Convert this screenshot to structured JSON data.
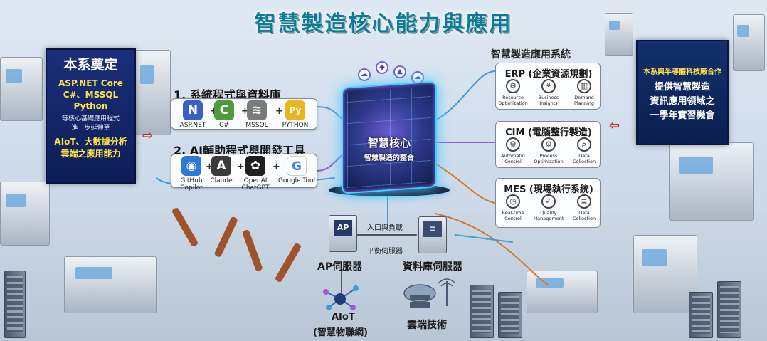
{
  "title": "智慧製造核心能力與應用",
  "promo_left": {
    "heading": "本系奠定",
    "tech": [
      "ASP.NET Core",
      "C#、MSSQL",
      "Python"
    ],
    "desc": [
      "等核心基礎應用程式",
      "進一步延伸至"
    ],
    "ext": [
      "AIoT、大數據分析",
      "雲端之應用能力"
    ]
  },
  "promo_right": {
    "line1": "本系與半導體科技廠合作",
    "line2": [
      "提供智慧製造",
      "資訊應用領域之",
      "一學年實習機會"
    ]
  },
  "section1": {
    "title": "1. 系統程式與資料庫",
    "tools": [
      {
        "label": "ASP.NET",
        "icon": "aspnet-icon",
        "glyph": "N"
      },
      {
        "label": "C#",
        "icon": "csharp-icon",
        "glyph": "C"
      },
      {
        "label": "MSSQL",
        "icon": "mssql-icon",
        "glyph": "≋"
      },
      {
        "label": "PYTHON",
        "icon": "python-icon",
        "glyph": "Py"
      }
    ]
  },
  "section2": {
    "title": "2. AI輔助程式與開發工具",
    "tools": [
      {
        "label": "GitHub Copilot",
        "icon": "copilot-icon",
        "glyph": "◉"
      },
      {
        "label": "Claude",
        "icon": "claude-icon",
        "glyph": "A"
      },
      {
        "label": "OpenAI ChatGPT",
        "icon": "chatgpt-icon",
        "glyph": "✿"
      },
      {
        "label": "Google Tool",
        "icon": "google-icon",
        "glyph": "G"
      }
    ]
  },
  "core": {
    "title": "智慧核心",
    "subtitle": "智慧製造的整合"
  },
  "apps": {
    "heading": "智慧製造應用系統",
    "systems": [
      {
        "name": "ERP (企業資源規劃)",
        "subs": [
          {
            "label": "Resource Optimization",
            "icon": "gear-icon",
            "glyph": "⚙"
          },
          {
            "label": "Business Insights",
            "icon": "insights-icon",
            "glyph": "⚘"
          },
          {
            "label": "Demand Planning",
            "icon": "chart-icon",
            "glyph": "▥"
          }
        ]
      },
      {
        "name": "CIM (電腦整行製造)",
        "subs": [
          {
            "label": "Automatin Control",
            "icon": "gear-icon",
            "glyph": "⚙"
          },
          {
            "label": "Process Optimization",
            "icon": "gear-icon",
            "glyph": "⚙"
          },
          {
            "label": "Data Collection",
            "icon": "magnifier-icon",
            "glyph": "⌕"
          }
        ]
      },
      {
        "name": "MES (現場執行系統)",
        "subs": [
          {
            "label": "Real-time Control",
            "icon": "stopwatch-icon",
            "glyph": "◷"
          },
          {
            "label": "Quality Management",
            "icon": "quality-icon",
            "glyph": "✓"
          },
          {
            "label": "Data Collection",
            "icon": "database-icon",
            "glyph": "≡"
          }
        ]
      }
    ]
  },
  "servers": {
    "ap_label": "AP伺服器",
    "ap_badge": "AP",
    "db_label": "資料庫伺服器",
    "lb_top": "入口與負載",
    "lb_bottom": "平衡伺服器"
  },
  "aiot": {
    "line1": "AIoT",
    "line2": "(智慧物聯網)"
  },
  "cloud": {
    "label": "雲端技術"
  },
  "colors": {
    "accent": "#0f7a95",
    "panel": "#12306e",
    "highlight": "#ffe14a",
    "arrow": "#d0242a"
  }
}
